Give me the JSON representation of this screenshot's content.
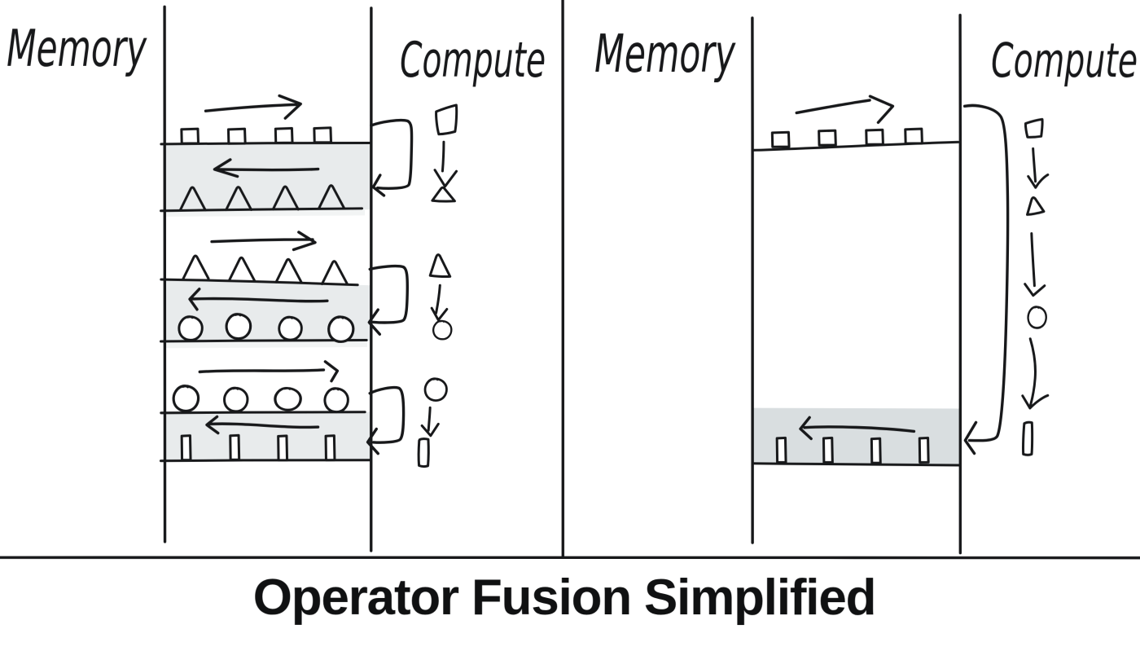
{
  "figure": {
    "title": "Operator Fusion Simplified",
    "style": "hand-drawn whiteboard sketch",
    "background_color": "#ffffff",
    "ink_color": "#17181a"
  },
  "panels": {
    "left": {
      "memory_label": "Memory",
      "compute_label": "Compute",
      "band_fill_color": "#e8ebec",
      "passes": [
        {
          "read_shapes": "squares",
          "read_count": 4,
          "read_arrow": "right",
          "write_shapes": "triangles",
          "write_count": 4,
          "write_arrow": "left",
          "compute_step": "square to triangle"
        },
        {
          "read_shapes": "triangles",
          "read_count": 4,
          "read_arrow": "right",
          "write_shapes": "circles",
          "write_count": 4,
          "write_arrow": "left",
          "compute_step": "triangle to circle"
        },
        {
          "read_shapes": "circles",
          "read_count": 4,
          "read_arrow": "right",
          "write_shapes": "small rectangles",
          "write_count": 4,
          "write_arrow": "left",
          "compute_step": "circle to rectangle"
        }
      ]
    },
    "right": {
      "memory_label": "Memory",
      "compute_label": "Compute",
      "band_fill_color": "#dce1e3",
      "passes": [
        {
          "read_shapes": "squares",
          "read_count": 4,
          "read_arrow": "right",
          "write_shapes": "small rectangles",
          "write_count": 4,
          "write_arrow": "left",
          "compute_step": "square to triangle to circle to rectangle (fused)"
        }
      ]
    }
  }
}
